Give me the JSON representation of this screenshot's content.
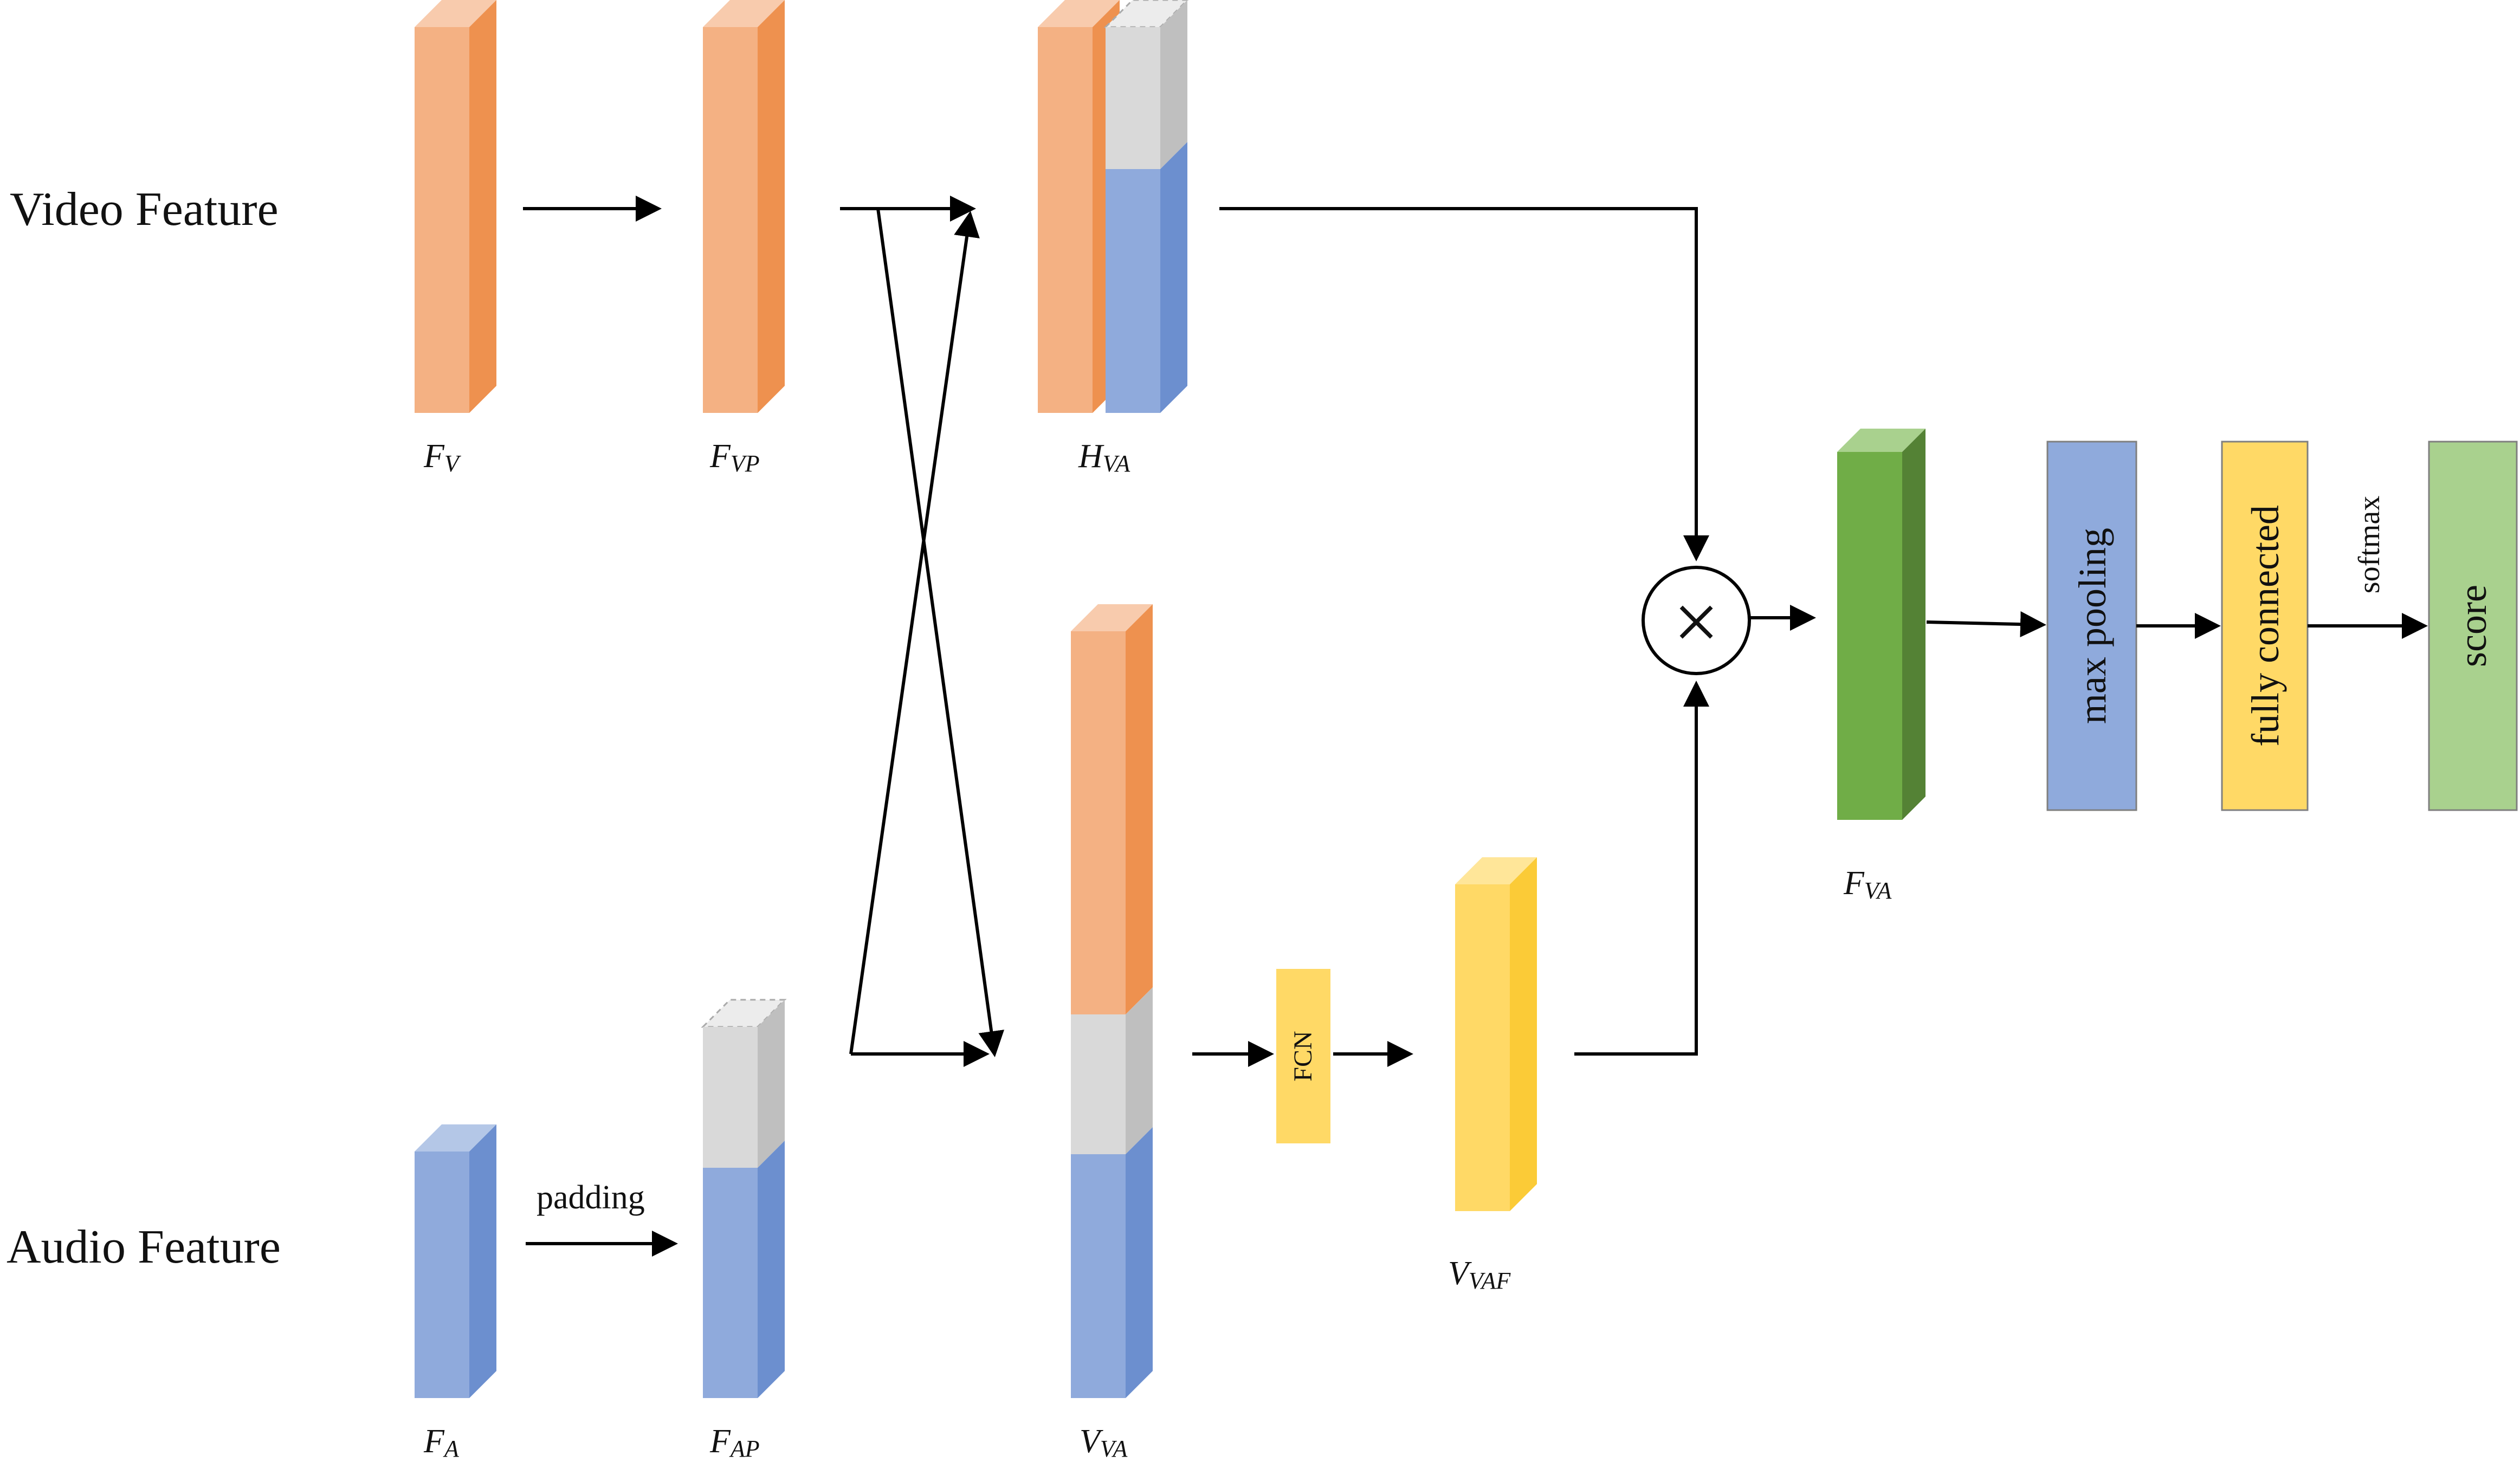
{
  "labels": {
    "video_feature": "Video Feature",
    "audio_feature": "Audio Feature",
    "padding": "padding",
    "fcn": "FCN",
    "max_pooling": "max pooling",
    "fully_connected": "fully connected",
    "softmax": "softmax",
    "score": "score",
    "multiply": "×"
  },
  "vars": {
    "fv": {
      "main": "F",
      "sub": "V"
    },
    "fvp": {
      "main": "F",
      "sub": "VP"
    },
    "hva": {
      "main": "H",
      "sub": "VA"
    },
    "fa": {
      "main": "F",
      "sub": "A"
    },
    "fap": {
      "main": "F",
      "sub": "AP"
    },
    "vva": {
      "main": "V",
      "sub": "VA"
    },
    "vvaf": {
      "main": "V",
      "sub": "VAF"
    },
    "fva": {
      "main": "F",
      "sub": "VA"
    }
  },
  "colors": {
    "orange_front": "#F4B183",
    "orange_side": "#EE914F",
    "orange_top": "#F8CBAD",
    "blue_front": "#8FAADC",
    "blue_side": "#6C8FCF",
    "blue_top": "#B4C7E7",
    "gray_front": "#D9D9D9",
    "gray_side": "#BFBFBF",
    "yellow_front": "#FFD966",
    "yellow_side": "#FBCB37",
    "yellow_top": "#FFE699",
    "green_front": "#70AD47",
    "green_side": "#548235",
    "green_top": "#A9D18E",
    "score_green": "#A9D18E"
  }
}
